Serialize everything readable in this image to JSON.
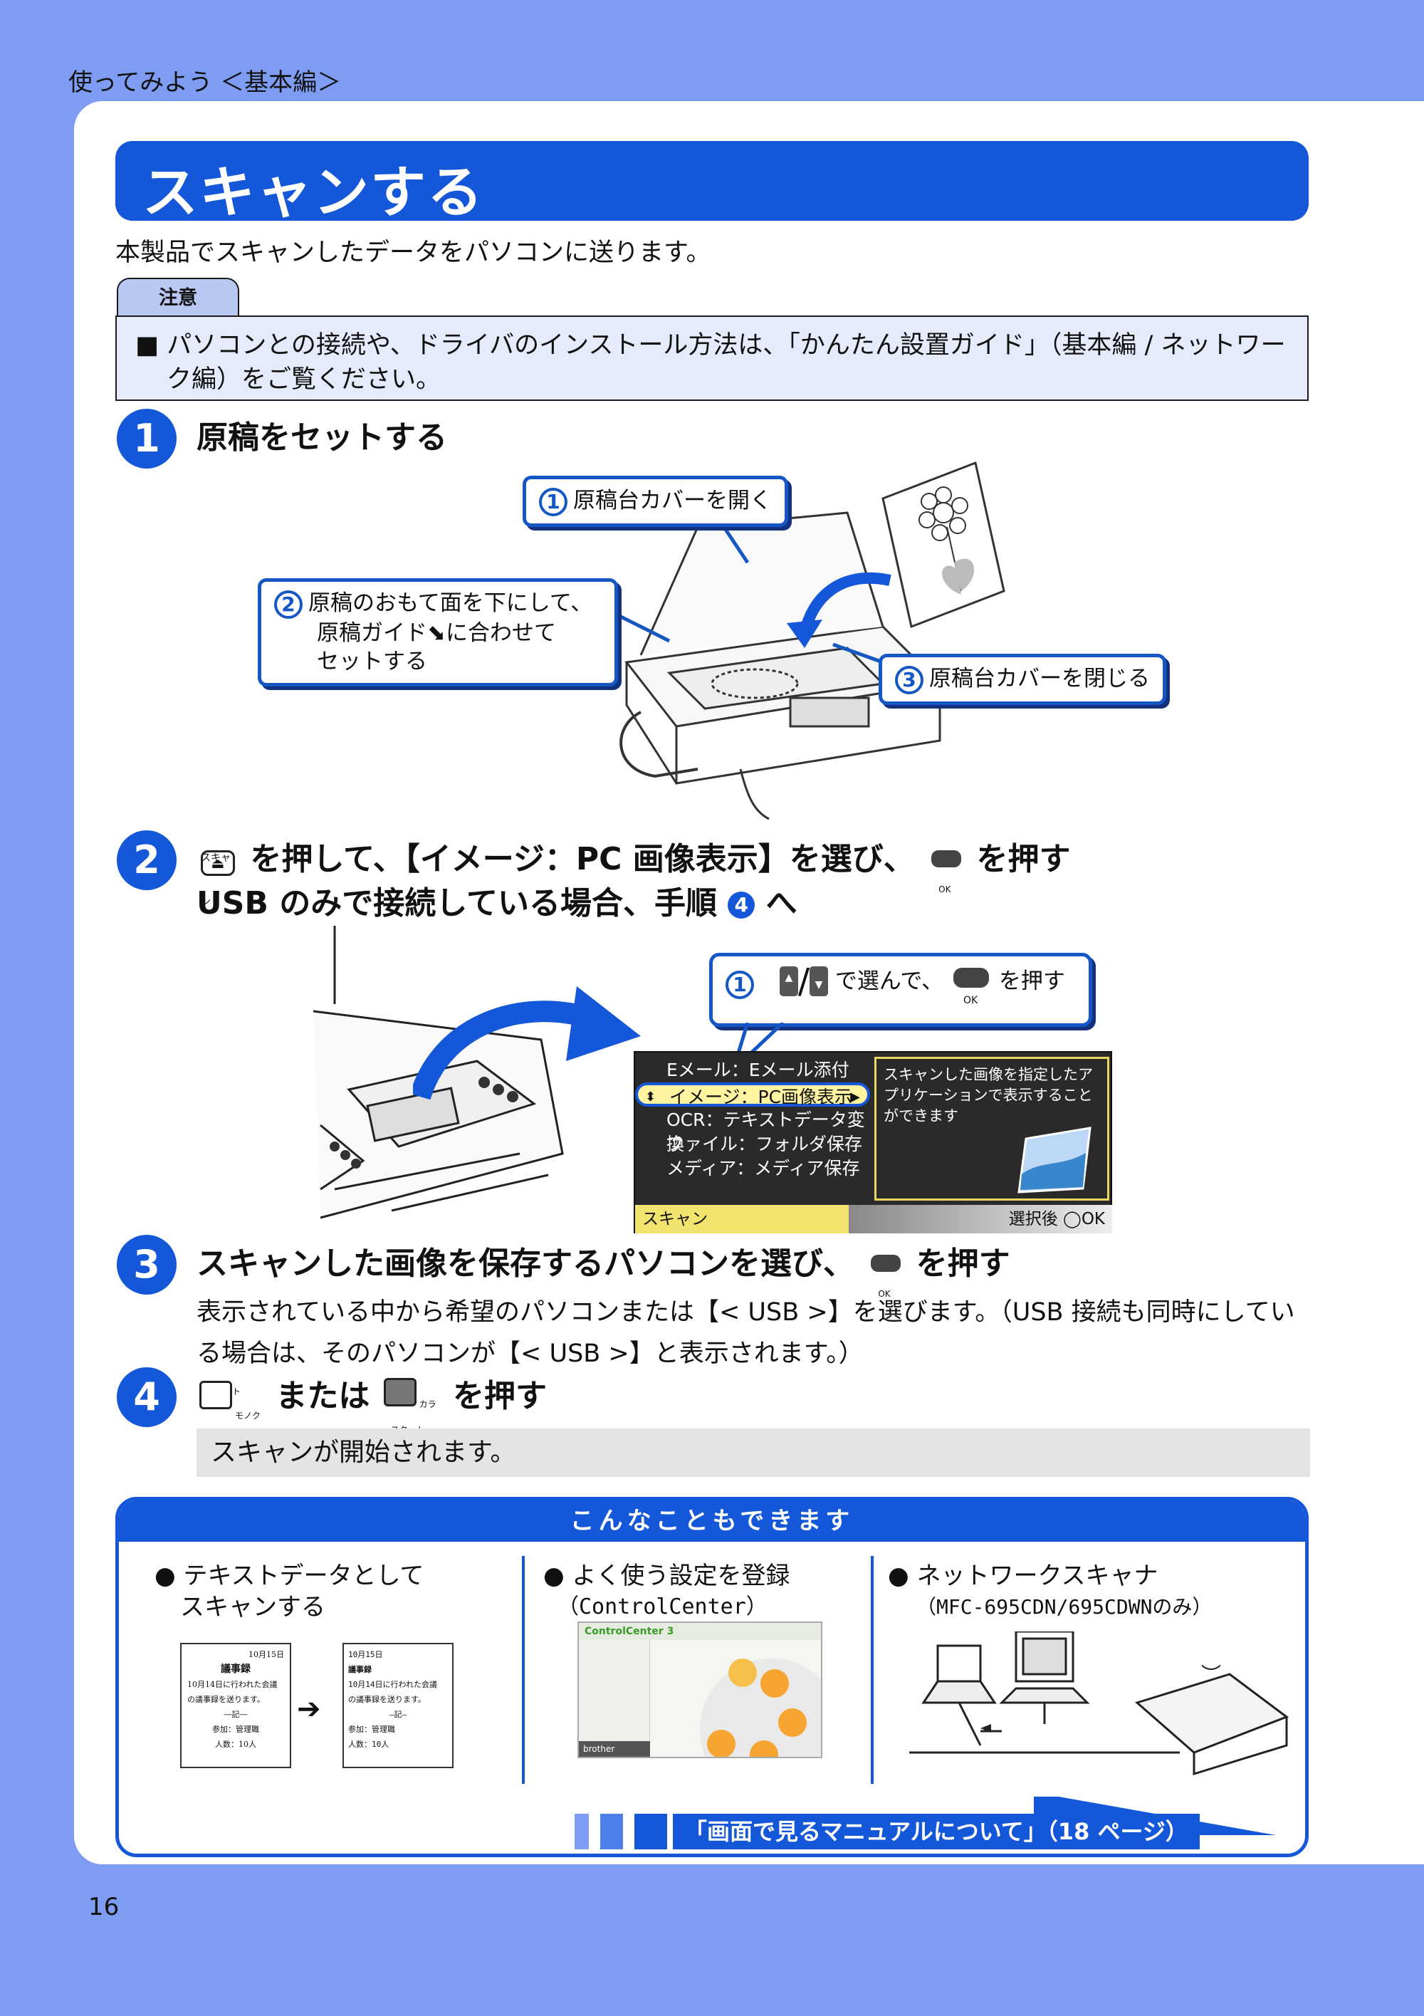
{
  "header": {
    "breadcrumb": "使ってみよう ＜基本編＞"
  },
  "title": "スキャンする",
  "lead": "本製品でスキャンしたデータをパソコンに送ります。",
  "caution": {
    "tab": "注意",
    "text": "■ パソコンとの接続や、ドライバのインストール方法は、「かんたん設置ガイド」（基本編 / ネットワーク編）をご覧ください。"
  },
  "step1": {
    "num": "1",
    "title": "原稿をセットする",
    "callouts": {
      "c1_num": "1",
      "c1_text": "原稿台カバーを開く",
      "c2_num": "2",
      "c2_line1": "原稿のおもて面を下にして、",
      "c2_line2a": "原稿ガイド",
      "c2_arrow": "⬊",
      "c2_line2b": "に合わせて",
      "c2_line3": "セットする",
      "c3_num": "3",
      "c3_text": "原稿台カバーを閉じる"
    }
  },
  "step2": {
    "num": "2",
    "key_caption": "スキャン",
    "line1a": "を押して、【イメージ：PC 画像表示】を選び、",
    "ok_label": "OK",
    "line1b": "を押す",
    "line2a": "USB のみで接続している場合、手順",
    "line2_ref": "4",
    "line2b": "へ",
    "callout": {
      "num": "1",
      "slash": "/",
      "text1": "で選んで、",
      "text2": "を押す"
    },
    "lcd": {
      "items": [
        "Eメール：Eメール添付",
        "イメージ：PC画像表示",
        "OCR：テキストデータ変換",
        "ファイル：フォルダ保存",
        "メディア：メディア保存"
      ],
      "info": "スキャンした画像を指定したアプリケーションで表示することができます",
      "footer_left": "スキャン",
      "footer_right": "選択後",
      "footer_ok": "OK"
    }
  },
  "step3": {
    "num": "3",
    "title_a": "スキャンした画像を保存するパソコンを選び、",
    "title_b": "を押す",
    "body": "表示されている中から希望のパソコンまたは【< USB >】を選びます。（USB 接続も同時にしている場合は、そのパソコンが【< USB >】と表示されます。）"
  },
  "step4": {
    "num": "4",
    "key1_top": "スタート",
    "key1_side": "モノクロ",
    "mid": "または",
    "key2_side": "カラー",
    "key2_bottom": "スタート",
    "end": "を押す",
    "result": "スキャンが開始されます。"
  },
  "tips": {
    "header": "こんなこともできます",
    "col1": {
      "line1": "● テキストデータとして",
      "line2": "スキャンする",
      "doc_a": [
        "10月15日",
        "議事録",
        "10月14日に行われた会議",
        "の議事録を送ります。",
        "―記―",
        "参加：管理職",
        "人数：10人"
      ],
      "doc_b": [
        "10月15日",
        "議事録",
        "10月14日に行われた会議",
        "の議事録を送ります。",
        "―記―",
        "参加：管理職",
        "人数：10人"
      ]
    },
    "col2": {
      "line1": "● よく使う設定を登録",
      "line2": "（ControlCenter）",
      "app_title": "ControlCenter 3",
      "app_brand": "brother"
    },
    "col3": {
      "line1": "● ネットワークスキャナ",
      "line2": "（MFC-695CDN/695CDWNのみ）"
    },
    "link": "「画面で見るマニュアルについて」（18 ページ）"
  },
  "page_number": "16"
}
